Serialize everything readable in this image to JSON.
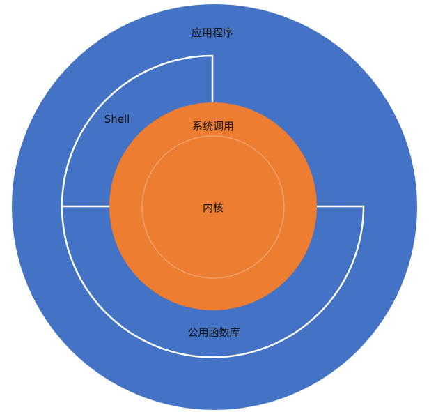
{
  "labels": {
    "outer": "应用程序",
    "shell": "Shell",
    "library": "公用函数库",
    "syscall": "系统调用",
    "kernel": "内核"
  },
  "colors": {
    "outer_ring": "#4472C4",
    "inner_disc": "#ED7D31",
    "lines": "#ffffff",
    "text": "#111111",
    "kernel_ring": "#F4B183"
  }
}
